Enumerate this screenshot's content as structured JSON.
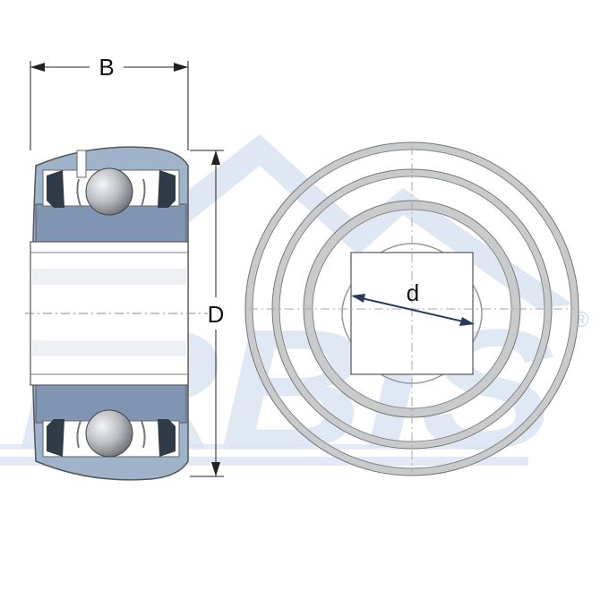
{
  "labels": {
    "width": "B",
    "outer_diameter": "D",
    "bore": "d"
  },
  "watermark": {
    "brand": "IRBIS",
    "registered": "®"
  },
  "colors": {
    "background": "#ffffff",
    "ring_blue": "#9fb3cb",
    "ring_blue_dark": "#7f95b1",
    "ball": "#b9bcc1",
    "ring_grey": "#c9cacc",
    "outline": "#555555",
    "seal_dark": "#2f3b46",
    "watermark": "#dbe4f1",
    "dimension": "#222222",
    "bore_arrow": "#2a3a5a"
  }
}
